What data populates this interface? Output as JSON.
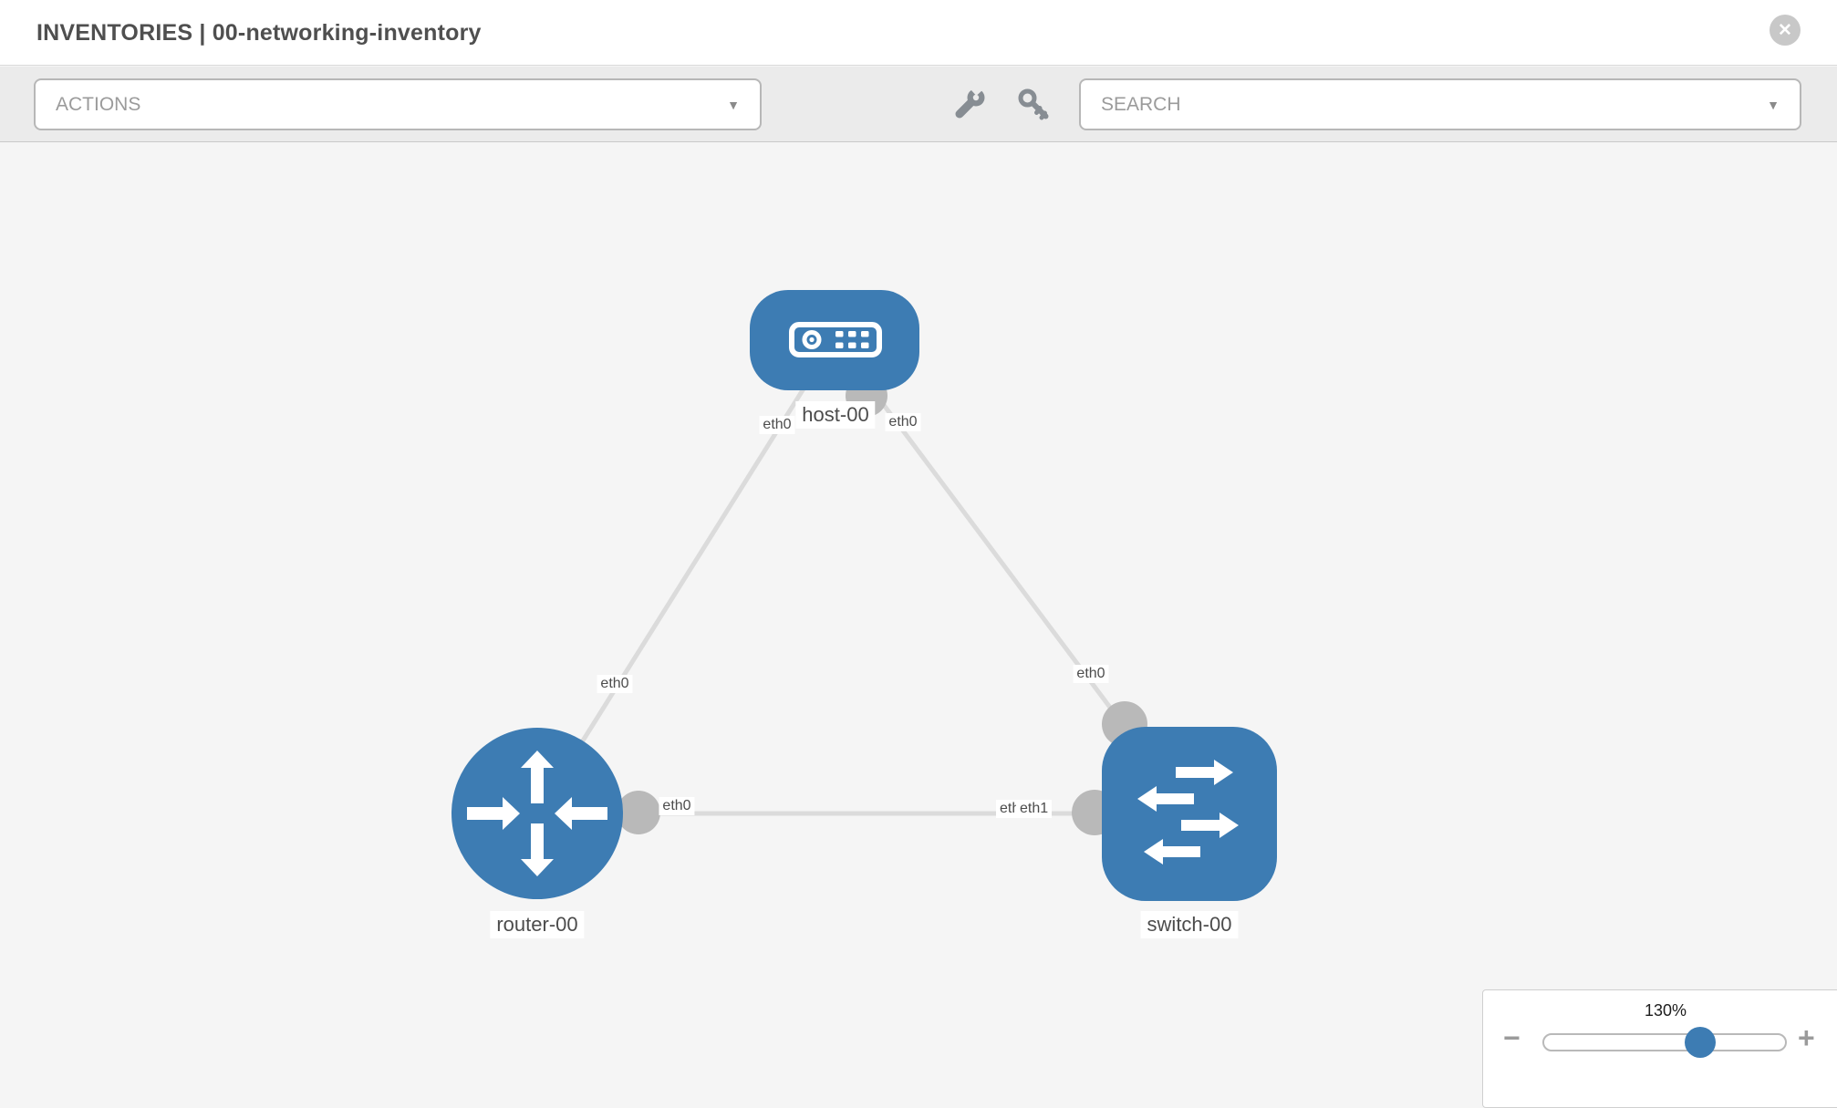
{
  "header": {
    "title": "INVENTORIES | 00-networking-inventory",
    "close_glyph": "✕"
  },
  "toolbar": {
    "actions_dropdown": {
      "label": "ACTIONS",
      "caret_glyph": "▼"
    },
    "search_dropdown": {
      "label": "SEARCH",
      "caret_glyph": "▼"
    },
    "icons": [
      "wrench-icon",
      "key-icon"
    ]
  },
  "topology": {
    "nodes": [
      {
        "id": "host-00",
        "type": "host",
        "label": "host-00"
      },
      {
        "id": "router-00",
        "type": "router",
        "label": "router-00"
      },
      {
        "id": "switch-00",
        "type": "switch",
        "label": "switch-00"
      }
    ],
    "links": [
      {
        "from": "host-00",
        "from_interface": "eth0",
        "to": "router-00",
        "to_interface": "eth0"
      },
      {
        "from": "host-00",
        "from_interface": "eth0",
        "to": "switch-00",
        "to_interface": "eth0"
      },
      {
        "from": "router-00",
        "from_interface": "eth0",
        "to": "switch-00",
        "to_interface": "eth1"
      }
    ],
    "interface_chips": {
      "host_router_at_host": "eth0",
      "host_router_at_router": "eth0",
      "host_switch_at_host": "eth0",
      "host_switch_at_switch": "eth0",
      "router_switch_at_router": "eth0",
      "router_switch_at_switch_back": "eth0",
      "router_switch_at_switch_front": "eth1"
    },
    "colors": {
      "node_fill": "#3d7cb3",
      "port_fill": "#b9b9b9",
      "edge_stroke": "#dbdbdb"
    }
  },
  "zoom_control": {
    "level": "130%",
    "minus_glyph": "−",
    "plus_glyph": "+"
  }
}
